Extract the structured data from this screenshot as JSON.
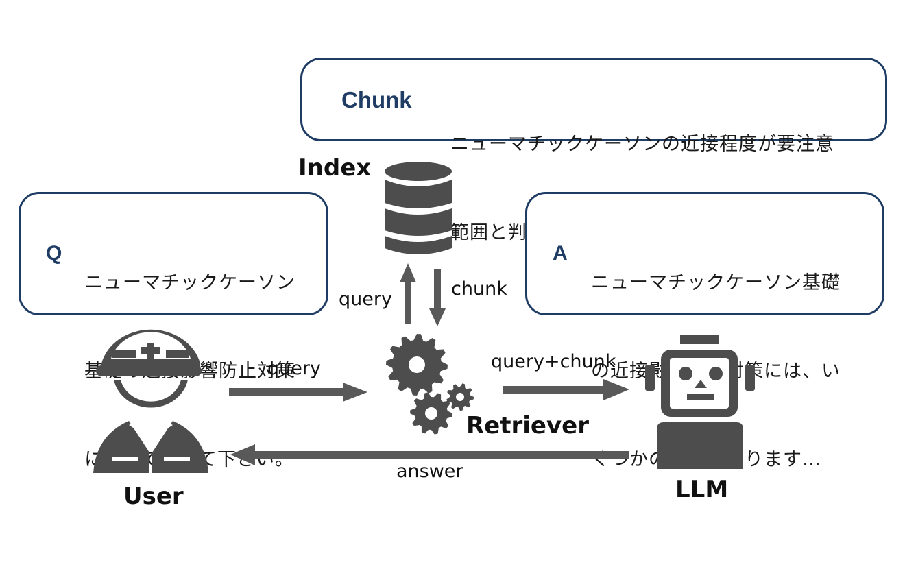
{
  "colors": {
    "box_border": "#1f3c64",
    "icon": "#4d4d4d",
    "arrow": "#595959"
  },
  "chunk_box": {
    "label": "Chunk",
    "lines": [
      "ニューマチックケーソンの近接程度が要注意",
      "範囲と判定された場合には…"
    ]
  },
  "question_box": {
    "label": "Q",
    "lines": [
      "ニューマチックケーソン",
      "基礎の近接影響防止対策",
      "について教えて下さい。"
    ]
  },
  "answer_box": {
    "label": "A",
    "lines": [
      "ニューマチックケーソン基礎",
      "の近接影響防止対策には、い",
      "くつかの方法があります…"
    ]
  },
  "nodes": {
    "index": "Index",
    "user": "User",
    "retriever": "Retriever",
    "llm": "LLM"
  },
  "edges": {
    "user_to_retriever": "query",
    "retriever_to_index": "query",
    "index_to_retriever": "chunk",
    "retriever_to_llm": "query+chunk",
    "llm_to_user": "answer"
  },
  "icons": {
    "index": "database-icon",
    "user": "construction-worker-icon",
    "retriever": "gears-icon",
    "llm": "robot-icon"
  }
}
